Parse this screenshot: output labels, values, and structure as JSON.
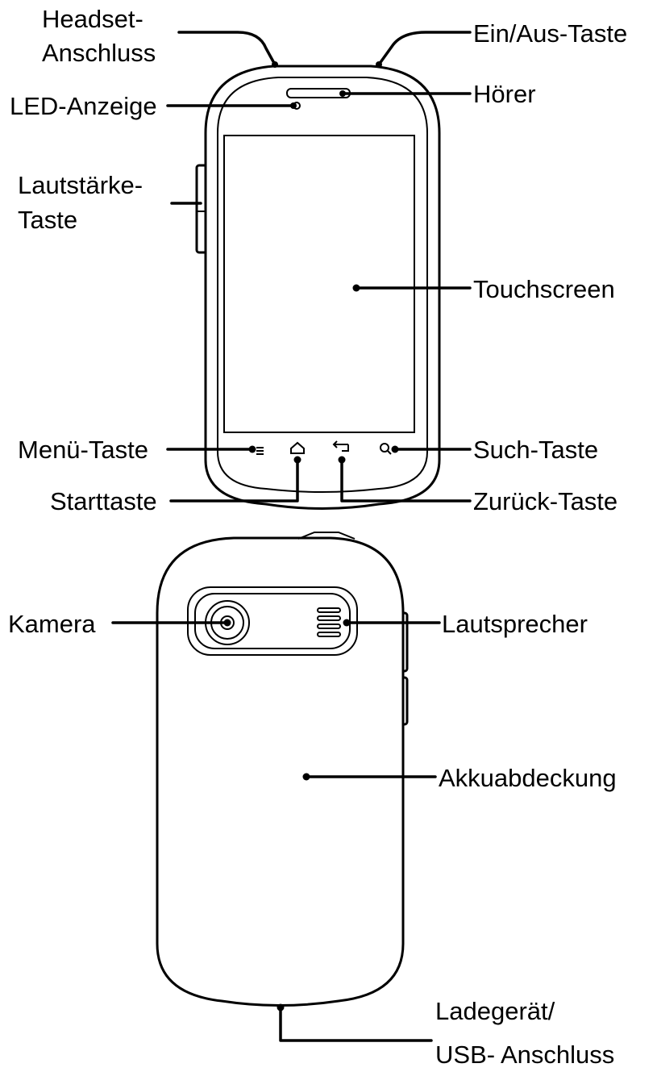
{
  "front_labels": {
    "headset_line1": "Headset-",
    "headset_line2": "Anschluss",
    "power": "Ein/Aus-Taste",
    "led": "LED-Anzeige",
    "earpiece": "Hörer",
    "volume_line1": "Lautstärke-",
    "volume_line2": "Taste",
    "touchscreen": "Touchscreen",
    "menu": "Menü-Taste",
    "search": "Such-Taste",
    "home": "Starttaste",
    "back": "Zurück-Taste"
  },
  "back_labels": {
    "camera": "Kamera",
    "speaker": "Lautsprecher",
    "battery_cover": "Akkuabdeckung",
    "charger_line1": "Ladegerät/",
    "charger_line2": "USB- Anschluss"
  },
  "icons": {
    "menu": "menu-icon",
    "home": "home-icon",
    "back": "back-icon",
    "search": "search-icon"
  }
}
